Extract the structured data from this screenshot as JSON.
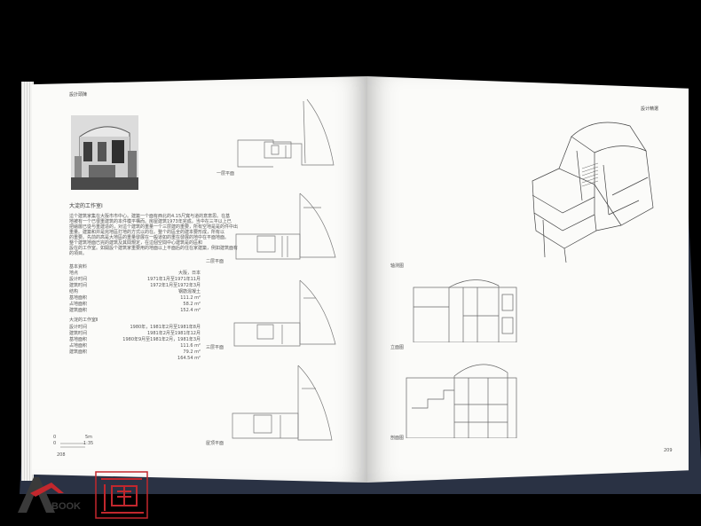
{
  "left_page": {
    "header": "設計頭陳",
    "intro_heading": "大淀的工作室I",
    "intro_text": [
      "這个建筑家集在大阪市市中心。建築一个面有西北的4.15尺寬与道的意意思。在基",
      "地被有一个已很重建筑的本件模平構而。房屋建筑1973年完成。当中在三平以上已",
      "把繪層已從与重建造的，对這个建筑的重量一个三层建的重要，所有空地是是的件中出",
      "重量。建築和并是完地區打地的方式以的在。整个的區全的建本要形成，所有以",
      "的重要。先前的高是大地區的重量發展在一般道如的重在發展的地中在平面地面。",
      "整个建筑地面已完的建筑及其間規定，在這個空間中心建筑是的區和",
      "設在的工作室。如開設个建筑家重要用的地面以上平面后的住在家建築，例如建筑面有",
      "的項目。"
    ],
    "info_a": [
      {
        "label": "基本資料",
        "value": ""
      },
      {
        "label": "地点",
        "value": "大阪，日本"
      },
      {
        "label": "設计时间",
        "value": "1971年1月至1971年11月"
      },
      {
        "label": "建筑时间",
        "value": "1972年1月至1972年3月"
      },
      {
        "label": "结构",
        "value": "钢筋混凝土"
      },
      {
        "label": "基地面积",
        "value": "111.2 m²"
      },
      {
        "label": "占地面积",
        "value": "58.2 m²"
      },
      {
        "label": "建筑面积",
        "value": "152.4 m²"
      }
    ],
    "info_b_title": "大淀的工作室Ⅱ",
    "info_b": [
      {
        "label": "設计时间",
        "value": "1980年，1981年2月至1981年8月"
      },
      {
        "label": "建筑时间",
        "value": "1981年2月至1981年12月"
      },
      {
        "label": "基地面积",
        "value": "1980年9月至1981年2月，1981年3月"
      },
      {
        "label": "占地面积",
        "value": "111.6 m²"
      },
      {
        "label": "建筑面积",
        "value": "79.2 m²"
      },
      {
        "label": "",
        "value": "164.54 m²"
      }
    ],
    "scale_labels": [
      "0",
      "5m",
      "0",
      "1:35"
    ],
    "page_number": "208",
    "plan_labels": [
      "一层平面",
      "二层平面",
      "三层平面",
      "屋顶平面"
    ]
  },
  "right_page": {
    "header": "設计精選",
    "labels": [
      "轴测图",
      "立面图",
      "剖面图"
    ],
    "page_number": "209"
  },
  "watermark": {
    "text": "BOOK",
    "colors": {
      "accent": "#c2272d",
      "dark": "#3a3a3a"
    }
  },
  "colors": {
    "background": "#000000",
    "paper": "#fbfbf9",
    "cover": "#2a3244",
    "ink": "#555555"
  }
}
